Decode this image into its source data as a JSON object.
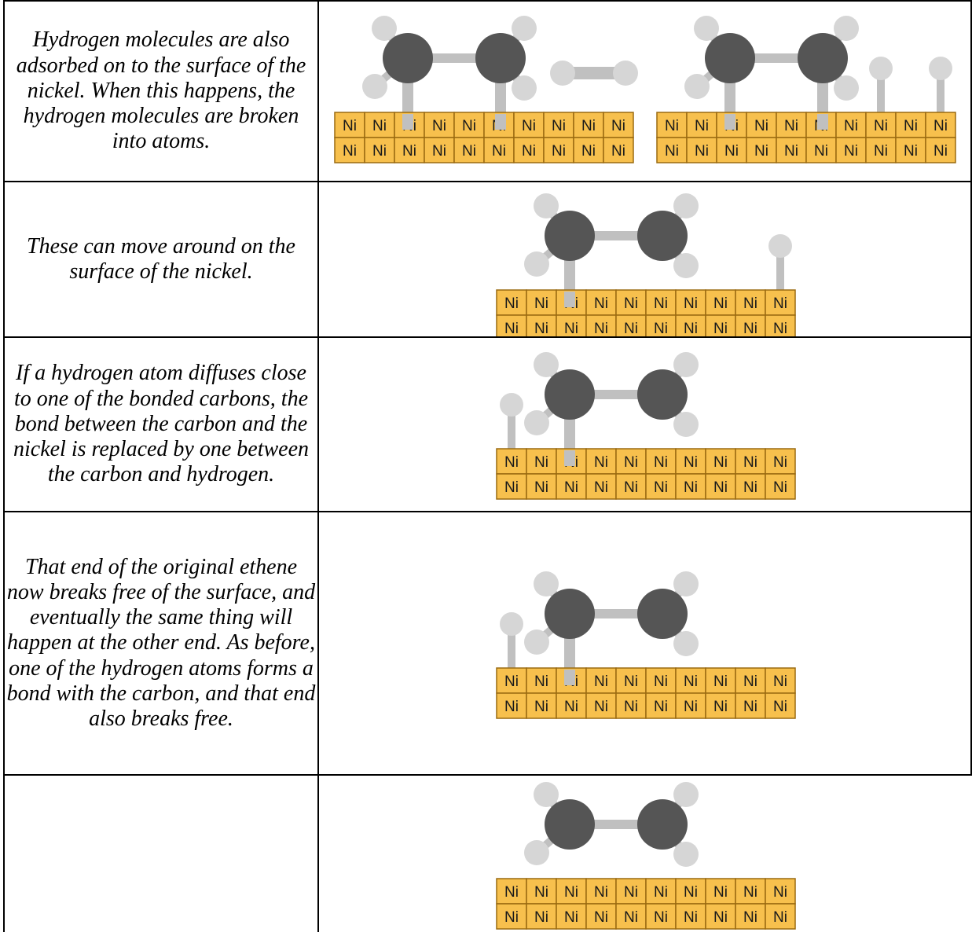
{
  "rows": [
    {
      "text": "Hydrogen molecules are also adsorbed on to the surface of the nickel. When this happens, the hydrogen molecules are broken into atoms.",
      "panels": [
        {
          "hidden_cells_top": [
            2,
            5
          ],
          "ethene_bonded_carbons": [
            0,
            1
          ],
          "loose_h2": true,
          "adsorbed_h_columns": []
        },
        {
          "hidden_cells_top": [
            2,
            5
          ],
          "ethene_bonded_carbons": [
            0,
            1
          ],
          "loose_h2": false,
          "adsorbed_h_columns": [
            7,
            9
          ]
        }
      ]
    },
    {
      "text": "These can move around on the surface of the nickel.",
      "panels": [
        {
          "hidden_cells_top": [
            2
          ],
          "ethene_bonded_carbons": [
            0
          ],
          "loose_h2": false,
          "adsorbed_h_columns": [
            9
          ]
        }
      ]
    },
    {
      "text": "If a hydrogen atom diffuses close to one of the bonded carbons, the bond between the carbon and the nickel is replaced by one between the carbon and hydrogen.",
      "panels": [
        {
          "hidden_cells_top": [
            2
          ],
          "ethene_bonded_carbons": [
            0
          ],
          "loose_h2": false,
          "adsorbed_h_columns": [
            0
          ]
        }
      ]
    },
    {
      "text": "That end of the original ethene now breaks free of the surface, and eventually the same thing will happen at the other end. As before, one of the hydrogen atoms forms a bond with the carbon, and that end also breaks free.",
      "panels": [
        {
          "hidden_cells_top": [
            2
          ],
          "ethene_bonded_carbons": [
            0
          ],
          "loose_h2": false,
          "adsorbed_h_columns": [
            0
          ]
        }
      ]
    },
    {
      "text": "",
      "panels": [
        {
          "hidden_cells_top": [],
          "ethene_bonded_carbons": [],
          "loose_h2": false,
          "adsorbed_h_columns": []
        }
      ]
    }
  ],
  "nickel_label": "Ni",
  "colors": {
    "nickel_fill": "#f7c04d",
    "nickel_border": "#9a6a10",
    "carbon": "#555555",
    "hydrogen": "#d6d6d6",
    "bond": "#c0c0c0",
    "table_border": "#000000"
  }
}
